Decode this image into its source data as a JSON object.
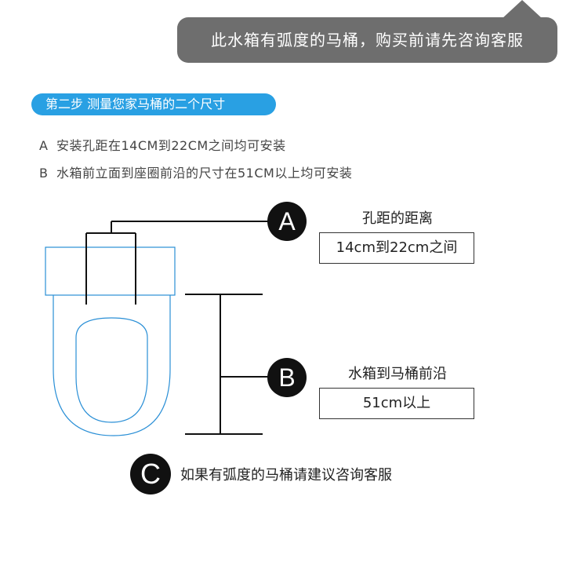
{
  "banner": {
    "text": "此水箱有弧度的马桶，购买前请先咨询客服"
  },
  "step": {
    "title": "第二步  测量您家马桶的二个尺寸"
  },
  "requirements": [
    {
      "letter": "A",
      "text": "安装孔距在14CM到22CM之间均可安装"
    },
    {
      "letter": "B",
      "text": "水箱前立面到座圈前沿的尺寸在51CM以上均可安装"
    }
  ],
  "diagram": {
    "marker_a": {
      "letter": "A",
      "label": "孔距的距离",
      "value": "14cm到22cm之间"
    },
    "marker_b": {
      "letter": "B",
      "label": "水箱到马桶前沿",
      "value": "51cm以上"
    },
    "marker_c": {
      "letter": "C",
      "note": "如果有弧度的马桶请建议咨询客服"
    },
    "outline_color": "#2a8fd6"
  }
}
